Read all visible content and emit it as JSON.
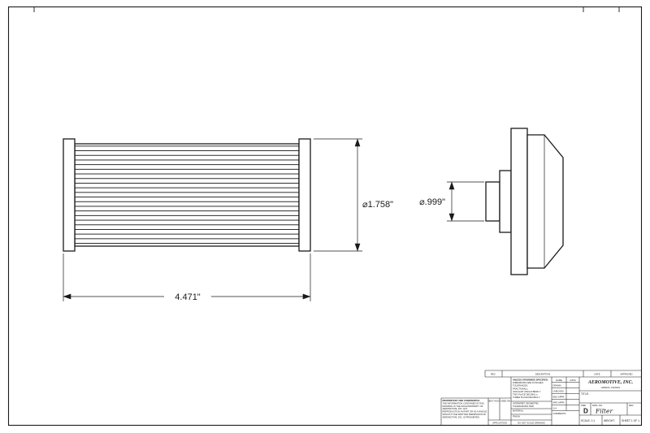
{
  "dimensions": {
    "length": "4.471\"",
    "element_diameter": "⌀1.758\"",
    "port_diameter": "⌀.999\""
  },
  "title_block": {
    "rev_strip": [
      "REV.",
      "DESCRIPTION",
      "DATE",
      "APPROVED"
    ],
    "tolerance_lines": [
      "UNLESS OTHERWISE SPECIFIED:",
      "DIMENSIONS ARE IN INCHES",
      "TOLERANCES:",
      "FRACTIONAL±",
      "ANGULAR: MACH±   BEND ±",
      "TWO PLACE DECIMAL    ±",
      "THREE PLACE DECIMAL  ±"
    ],
    "interpret_lines": [
      "INTERPRET GEOMETRIC",
      "TOLERANCING PER:"
    ],
    "material_label": "MATERIAL",
    "finish_label": "FINISH",
    "do_not_scale": "DO NOT SCALE DRAWING",
    "name_header": "NAME",
    "date_header": "DATE",
    "approval_rows": [
      "DRAWN",
      "CHECKED",
      "ENG APPR.",
      "MFG APPR.",
      "Q.A.",
      "COMMENTS:"
    ],
    "company": "AEROMOTIVE, INC.",
    "company_location": "LENEXA, KANSAS",
    "title_label": "TITLE:",
    "size_label": "SIZE",
    "size": "D",
    "dwg_no_label": "DWG. NO.",
    "dwg_no": "Filter",
    "rev_label": "REV",
    "scale": "SCALE: 1:1",
    "weight": "WEIGHT:",
    "sheet": "SHEET 1 OF 1",
    "proprietary_lines": [
      "PROPRIETARY AND CONFIDENTIAL",
      "THE INFORMATION CONTAINED IN THIS",
      "DRAWING IS THE SOLE PROPERTY OF",
      "AEROMOTIVE, INC.  ANY",
      "REPRODUCTION IN PART OR AS A WHOLE",
      "WITHOUT THE WRITTEN PERMISSION OF",
      "AEROMOTIVE, INC. IS PROHIBITED."
    ],
    "next_assy": "NEXT ASSY",
    "used_on": "USED ON",
    "application": "APPLICATION"
  }
}
